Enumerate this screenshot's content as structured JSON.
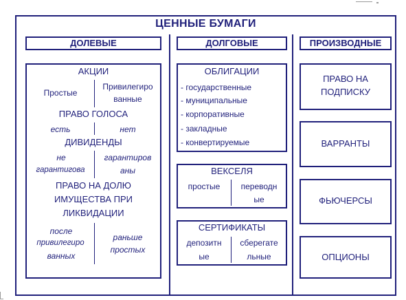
{
  "diagram": {
    "title": "ЦЕННЫЕ БУМАГИ",
    "columns": {
      "equity": "ДОЛЕВЫЕ",
      "debt": "ДОЛГОВЫЕ",
      "derivatives": "ПРОИЗВОДНЫЕ"
    },
    "shares": {
      "title": "АКЦИИ",
      "types_left": "Простые",
      "types_right_1": "Привилегиро",
      "types_right_2": "ванные",
      "voting_title": "ПРАВО ГОЛОСА",
      "voting_left": "есть",
      "voting_right": "нет",
      "dividends_title": "ДИВИДЕНДЫ",
      "div_left_1": "не",
      "div_left_2": "гарантигова",
      "div_right_1": "гарантиров",
      "div_right_2": "аны",
      "liquidation_1": "ПРАВО НА ДОЛЮ",
      "liquidation_2": "ИМУЩЕСТВА ПРИ",
      "liquidation_3": "ЛИКВИДАЦИИ",
      "liq_left_1": "после",
      "liq_left_2": "привилегиро",
      "liq_left_3": "ванных",
      "liq_right_1": "раньше",
      "liq_right_2": "простых"
    },
    "bonds": {
      "title": "ОБЛИГАЦИИ",
      "items": [
        "-  государственные",
        "- муниципальные",
        "- корпоративные",
        "- закладные",
        "- конвертируемые"
      ]
    },
    "bills": {
      "title": "ВЕКСЕЛЯ",
      "left": "простые",
      "right_1": "переводн",
      "right_2": "ые"
    },
    "certificates": {
      "title": "СЕРТИФИКАТЫ",
      "left_1": "депозитн",
      "left_2": "ые",
      "right_1": "сберегате",
      "right_2": "льные"
    },
    "derivatives": {
      "rights_1": "ПРАВО НА",
      "rights_2": "ПОДПИСКУ",
      "warrants": "ВАРРАНТЫ",
      "futures": "ФЬЮЧЕРСЫ",
      "options": "ОПЦИОНЫ"
    }
  }
}
